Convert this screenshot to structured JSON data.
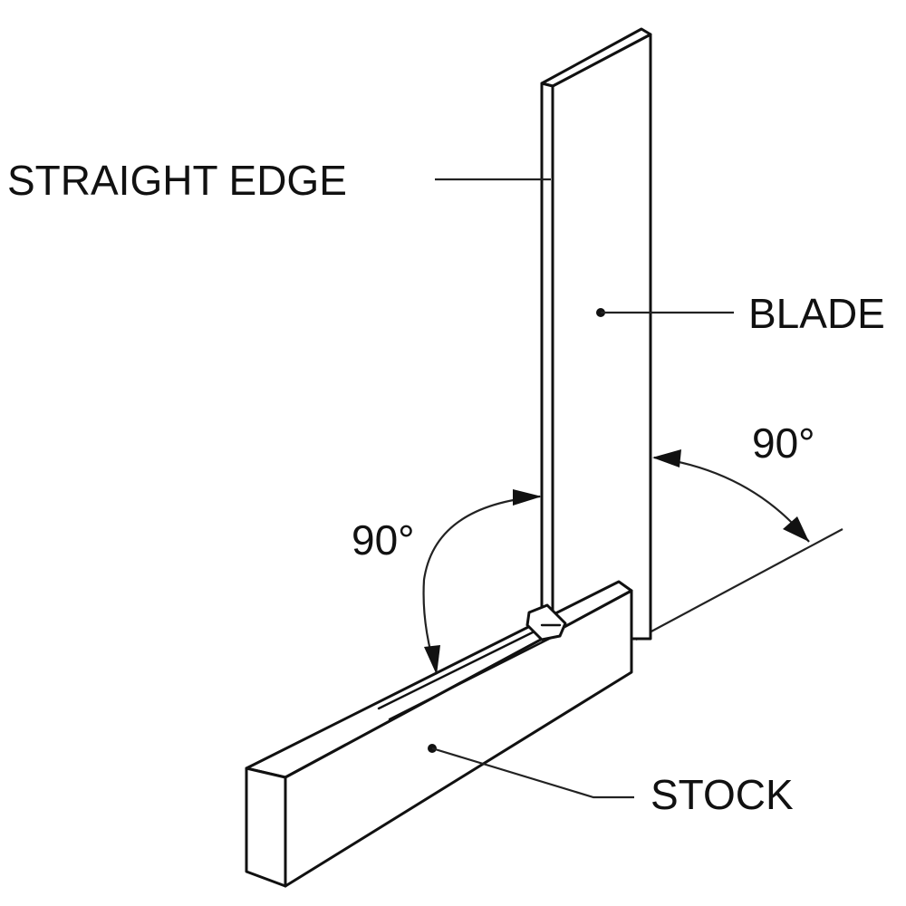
{
  "labels": {
    "straight_edge": "STRAIGHT EDGE",
    "blade": "BLADE",
    "stock": "STOCK",
    "angle_outer": "90°",
    "angle_inner": "90°"
  },
  "colors": {
    "line": "#111111",
    "background": "#ffffff"
  }
}
